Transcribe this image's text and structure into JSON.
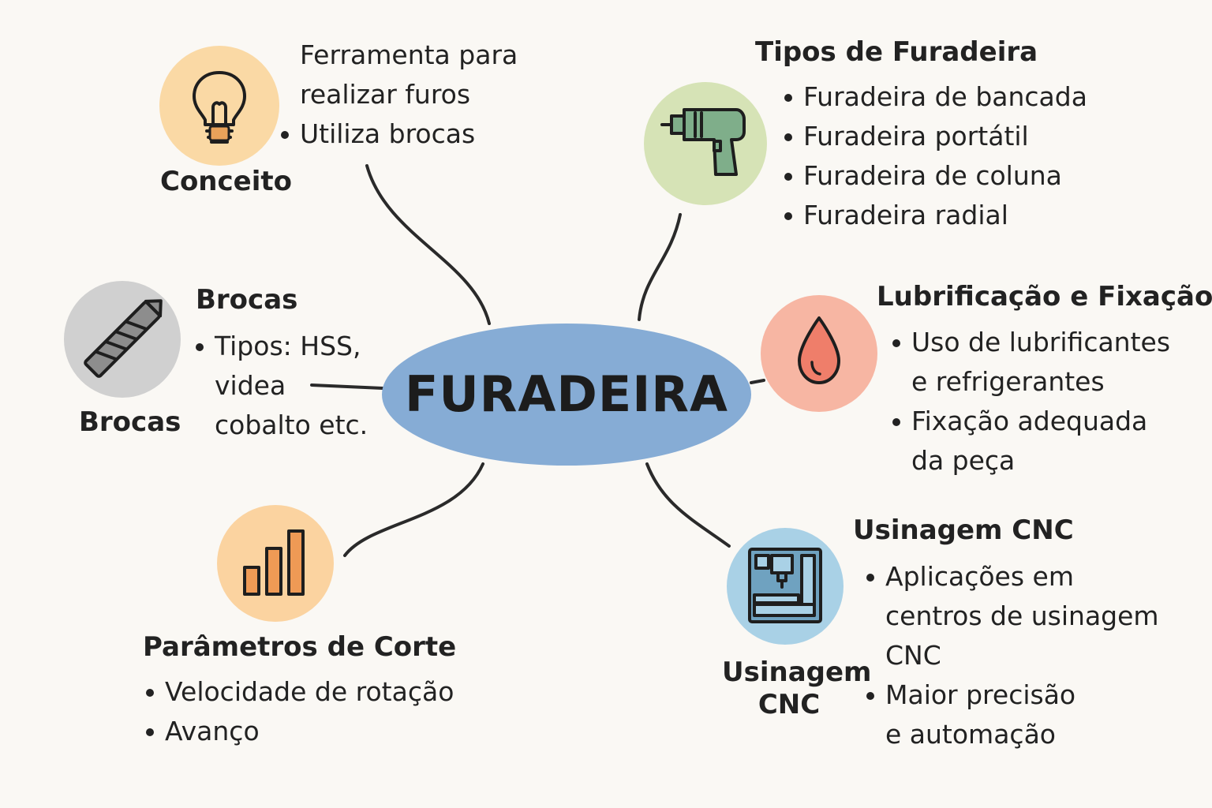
{
  "center": {
    "label": "FURADEIRA",
    "color": "#86acd5"
  },
  "nodes": {
    "conceito": {
      "title": "Conceito",
      "intro": [
        "Ferramenta para",
        "realizar furos"
      ],
      "items": [
        "Utiliza brocas"
      ],
      "icon": "lightbulb-icon",
      "circle_color": "#fad9a5"
    },
    "tipos": {
      "title": "Tipos de Furadeira",
      "items": [
        "Furadeira de bancada",
        "Furadeira portátil",
        "Furadeira de coluna",
        "Furadeira radial"
      ],
      "icon": "drill-icon",
      "circle_color": "#d6e3b6"
    },
    "brocas": {
      "title": "Brocas",
      "label": "Brocas",
      "items": [
        "Tipos: HSS,\nvidea\ncobalto etc."
      ],
      "icon": "drill-bit-icon",
      "circle_color": "#d0d0d0"
    },
    "lubrificacao": {
      "title": "Lubrificação e Fixação",
      "items": [
        "Uso de lubrificantes\ne refrigerantes",
        "Fixação adequada\nda peça"
      ],
      "icon": "drop-icon",
      "circle_color": "#f7b6a3"
    },
    "parametros": {
      "title": "Parâmetros de Corte",
      "items": [
        "Velocidade de rotação",
        "Avanço"
      ],
      "icon": "bar-chart-icon",
      "circle_color": "#fbd3a0"
    },
    "cnc": {
      "title": "Usinagem CNC",
      "label": "Usinagem\nCNC",
      "items": [
        "Aplicações em\ncentros de usinagem\nCNC",
        "Maior precisão\ne automação"
      ],
      "icon": "cnc-machine-icon",
      "circle_color": "#a9d1e6"
    }
  }
}
